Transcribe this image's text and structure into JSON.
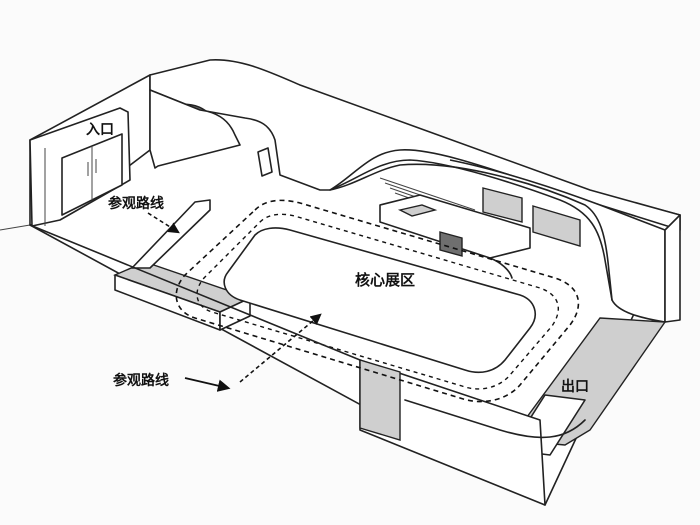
{
  "labels": {
    "entrance": "入口",
    "exit": "出口",
    "core_zone": "核心展区",
    "route_top": "参观路线",
    "route_bottom": "参观路线"
  }
}
